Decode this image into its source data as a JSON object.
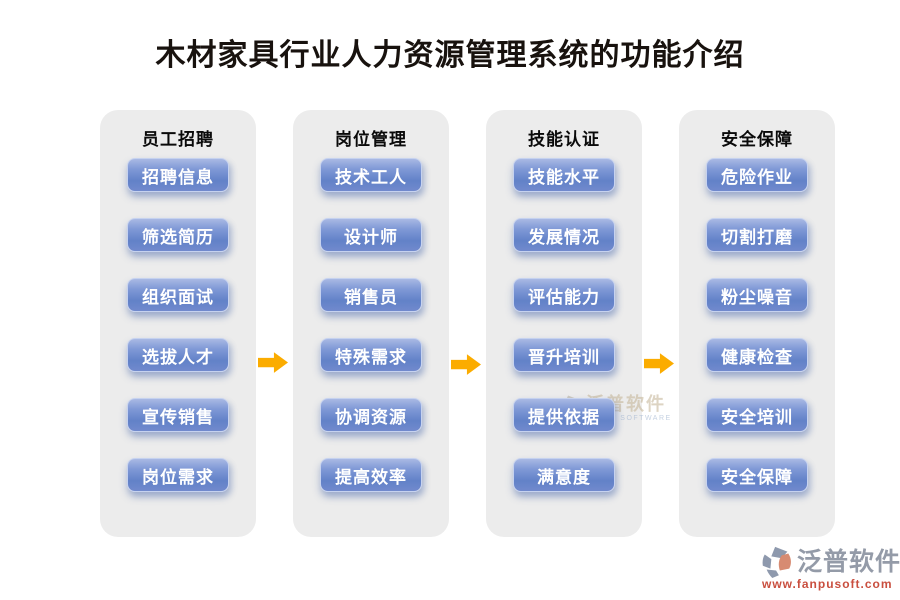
{
  "title": "木材家具行业人力资源管理系统的功能介绍",
  "columns": [
    {
      "header": "员工招聘",
      "items": [
        "招聘信息",
        "筛选简历",
        "组织面试",
        "选拔人才",
        "宣传销售",
        "岗位需求"
      ]
    },
    {
      "header": "岗位管理",
      "items": [
        "技术工人",
        "设计师",
        "销售员",
        "特殊需求",
        "协调资源",
        "提高效率"
      ]
    },
    {
      "header": "技能认证",
      "items": [
        "技能水平",
        "发展情况",
        "评估能力",
        "晋升培训",
        "提供依据",
        "满意度"
      ]
    },
    {
      "header": "安全保障",
      "items": [
        "危险作业",
        "切割打磨",
        "粉尘噪音",
        "健康检查",
        "安全培训",
        "安全保障"
      ]
    }
  ],
  "watermark": {
    "text": "泛普软件",
    "subtext": "FANPU SOFTWARE"
  },
  "logo": {
    "name": "泛普软件",
    "url": "www.fanpusoft.com"
  },
  "colors": {
    "button_blue": "#6282c8",
    "arrow_orange": "#fbac00",
    "panel_gray": "#ececec",
    "logo_gray": "#949ba8",
    "logo_red": "#c94f3f",
    "watermark_tan": "#c7b89c"
  }
}
